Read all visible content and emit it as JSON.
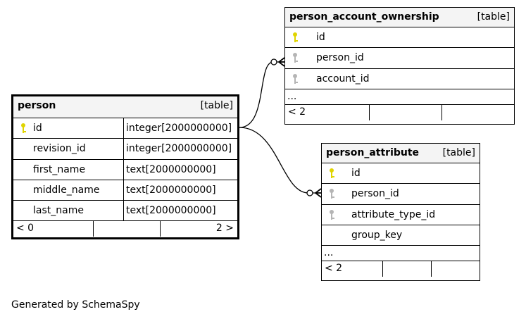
{
  "tables": {
    "person": {
      "name": "person",
      "kind": "[table]",
      "columns": [
        {
          "name": "id",
          "type": "integer[2000000000]",
          "key": "primary"
        },
        {
          "name": "revision_id",
          "type": "integer[2000000000]",
          "key": "none"
        },
        {
          "name": "first_name",
          "type": "text[2000000000]",
          "key": "none"
        },
        {
          "name": "middle_name",
          "type": "text[2000000000]",
          "key": "none"
        },
        {
          "name": "last_name",
          "type": "text[2000000000]",
          "key": "none"
        }
      ],
      "footer": {
        "left": "< 0",
        "right": "2 >"
      }
    },
    "person_account_ownership": {
      "name": "person_account_ownership",
      "kind": "[table]",
      "columns": [
        {
          "name": "id",
          "key": "primary"
        },
        {
          "name": "person_id",
          "key": "foreign"
        },
        {
          "name": "account_id",
          "key": "foreign"
        }
      ],
      "more": "...",
      "footer": {
        "left": "< 2"
      }
    },
    "person_attribute": {
      "name": "person_attribute",
      "kind": "[table]",
      "columns": [
        {
          "name": "id",
          "key": "primary"
        },
        {
          "name": "person_id",
          "key": "foreign"
        },
        {
          "name": "attribute_type_id",
          "key": "foreign"
        },
        {
          "name": "group_key",
          "key": "none"
        }
      ],
      "more": "...",
      "footer": {
        "left": "< 2"
      }
    }
  },
  "relationships": [
    {
      "from": "person.id",
      "to": "person_account_ownership.person_id",
      "cardinality": "zero-or-many"
    },
    {
      "from": "person.id",
      "to": "person_attribute.person_id",
      "cardinality": "zero-or-many"
    }
  ],
  "colors": {
    "primary_key": "#e0d400",
    "foreign_key": "#b5b5b5",
    "header_bg": "#f4f4f4"
  },
  "generated_by": "Generated by SchemaSpy"
}
